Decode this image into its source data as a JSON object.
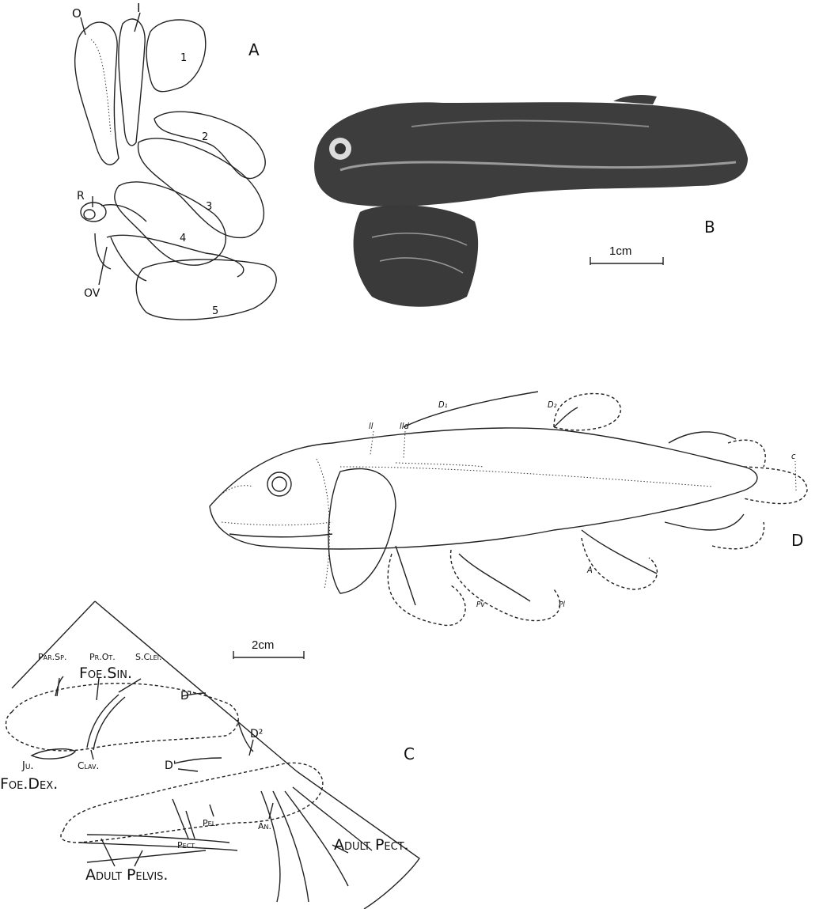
{
  "panels": {
    "A": {
      "letter": "A",
      "labels": {
        "o": "O",
        "i": "I",
        "r": "R",
        "ov": "OV",
        "n1": "1",
        "n2": "2",
        "n3": "3",
        "n4": "4",
        "n5": "5"
      }
    },
    "B": {
      "letter": "B",
      "scale": "1cm"
    },
    "C": {
      "letter": "C",
      "labels": {
        "foe_sin": "Foe.Sin.",
        "par_sp": "Par.Sp.",
        "pr_ot": "Pr.Ot.",
        "s_clei": "S.Clei.",
        "d1_top": "D'",
        "d2": "D²",
        "d1_low": "D'",
        "ju": "Ju.",
        "clav": "Clav.",
        "foe_dex": "Foe.Dex.",
        "an": "An.",
        "adult_pect": "Adult Pect.",
        "pect": "Pect.",
        "pel": "Pel.",
        "adult_pelvis": "Adult Pelvis."
      }
    },
    "D": {
      "letter": "D",
      "scale": "2cm",
      "labels": {
        "ll": "ll",
        "lld": "lld",
        "d1": "D₁",
        "d2": "D₂",
        "c": "c",
        "a": "A",
        "pv": "Pv",
        "pl": "Pl"
      }
    }
  }
}
